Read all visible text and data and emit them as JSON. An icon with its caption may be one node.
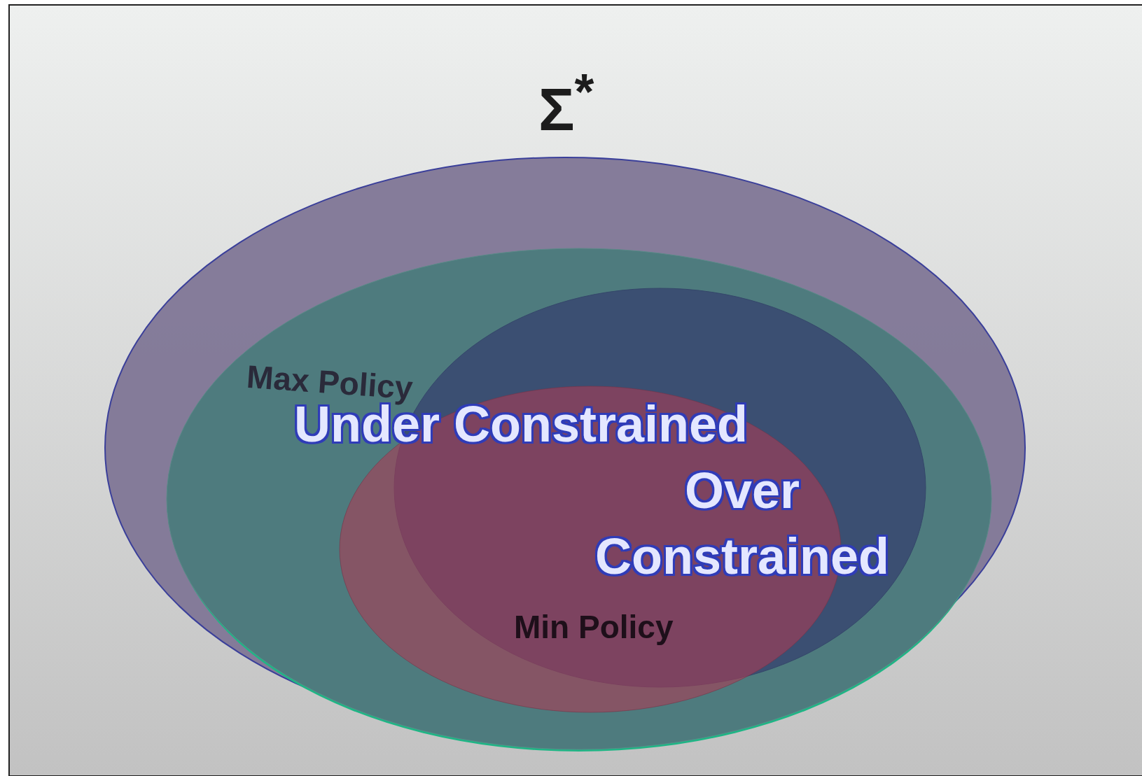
{
  "diagram": {
    "nodes": [
      {
        "text": [
          "Σ$^{*}$"
        ]
      },
      {
        "text": [
          "Max Policy"
        ],
        "in": 0
      },
      {
        "text": [],
        "shape": "ellipse",
        "in": 1
      },
      {
        "text": [
          "Min Policy"
        ],
        "in": 1
      }
    ],
    "labels": [
      "Under Constrained",
      "Over Constrained"
    ]
  }
}
